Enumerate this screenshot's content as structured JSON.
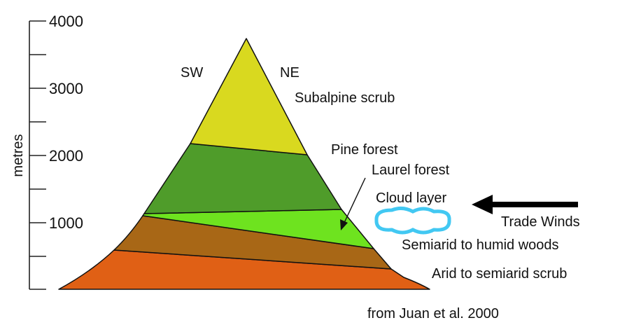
{
  "axis": {
    "title": "metres",
    "ticks": [
      {
        "value": 1000,
        "label": "1000"
      },
      {
        "value": 2000,
        "label": "2000"
      },
      {
        "value": 3000,
        "label": "3000"
      },
      {
        "value": 4000,
        "label": "4000"
      }
    ]
  },
  "sides": {
    "left": "SW",
    "right": "NE"
  },
  "zones": [
    {
      "id": "subalpine",
      "label": "Subalpine scrub",
      "color": "#d9d91f"
    },
    {
      "id": "pine",
      "label": "Pine forest",
      "color": "#4f9c2a"
    },
    {
      "id": "laurel",
      "label": "Laurel forest",
      "color": "#6ee31f"
    },
    {
      "id": "semiarid-humid",
      "label": "Semiarid to humid woods",
      "color": "#a86716"
    },
    {
      "id": "arid",
      "label": "Arid to semiarid scrub",
      "color": "#e06015"
    }
  ],
  "cloud": {
    "label": "Cloud layer",
    "color": "#42c8f2"
  },
  "wind": {
    "label": "Trade Winds"
  },
  "credit": "from Juan et al. 2000"
}
